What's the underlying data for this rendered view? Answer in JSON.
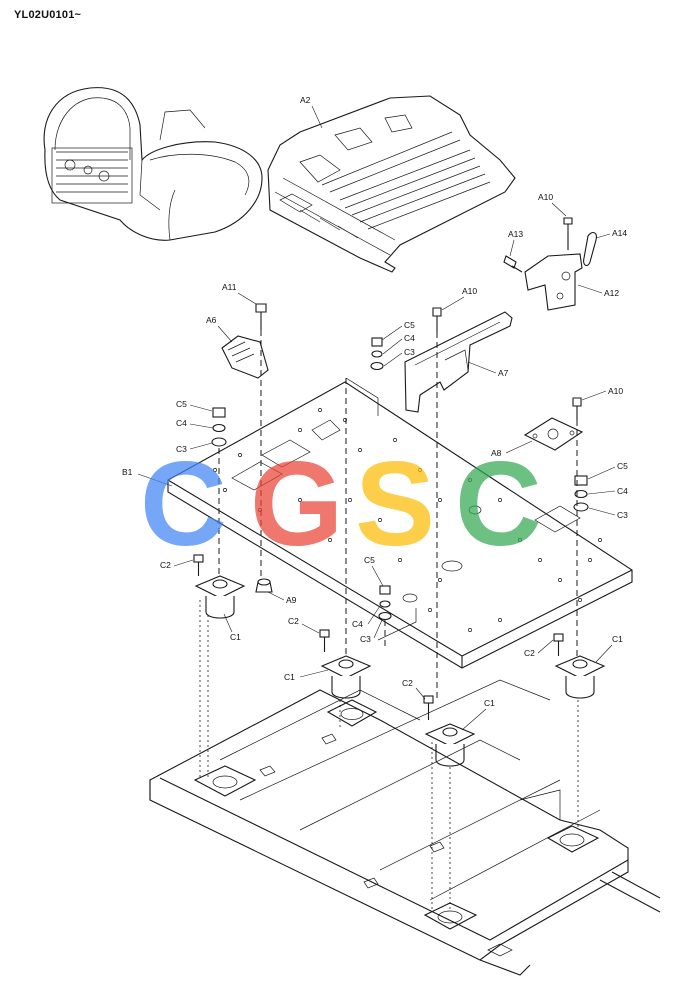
{
  "diagram_code": "YL02U0101~",
  "labels": {
    "A2": "A2",
    "A6": "A6",
    "A7": "A7",
    "A8": "A8",
    "A9": "A9",
    "A10": "A10",
    "A11": "A11",
    "A12": "A12",
    "A13": "A13",
    "A14": "A14",
    "B1": "B1",
    "C1": "C1",
    "C2": "C2",
    "C3": "C3",
    "C4": "C4",
    "C5": "C5"
  },
  "watermark": {
    "letters": [
      "C",
      "G",
      "S",
      "C"
    ],
    "colors": [
      "#4285f4",
      "#ea4335",
      "#fbbc05",
      "#34a853"
    ]
  }
}
